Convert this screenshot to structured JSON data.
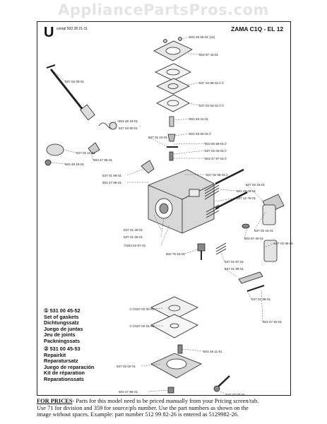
{
  "watermark": "AppliancePartsPros.com",
  "header": {
    "letter": "U",
    "compl": "compl 503 28 21-11",
    "model": "ZAMA C1Q - EL 12"
  },
  "parts": [
    {
      "pn": "503 48 05-01 (x2)"
    },
    {
      "pn": "503 97 43-01"
    },
    {
      "pn": "537 34 89-01①②"
    },
    {
      "pn": "537 02 04-01①②"
    },
    {
      "pn": "537 02 09-01"
    },
    {
      "pn": "503 48 31-01"
    },
    {
      "pn": "503 48 19-01"
    },
    {
      "pn": "537 04 90-01"
    },
    {
      "pn": "503 48 00-01②"
    },
    {
      "pn": "537 02 10-01"
    },
    {
      "pn": "503 66 59-01②"
    },
    {
      "pn": "537 02 03-01②"
    },
    {
      "pn": "503 47 97-01②"
    },
    {
      "pn": "537 02 11-01"
    },
    {
      "pn": "503 47 95-01"
    },
    {
      "pn": "503 48 18-01"
    },
    {
      "pn": "537 02 08-01②"
    },
    {
      "pn": "537 01 98-01"
    },
    {
      "pn": "503 47 89-01"
    },
    {
      "pn": "537 02 16-01"
    },
    {
      "pn": "503 48 08-01"
    },
    {
      "pn": "537 12 78-01"
    },
    {
      "pn": "537 02 16-01"
    },
    {
      "pn": "537 01 26-01"
    },
    {
      "pn": "537 01 25-01"
    },
    {
      "pn": "②503 53 57-01"
    },
    {
      "pn": "503 97 40-01"
    },
    {
      "pn": "537 02 06-01"
    },
    {
      "pn": "503 75 53-01"
    },
    {
      "pn": "537 01 97-01"
    },
    {
      "pn": "537 01 99-01"
    },
    {
      "pn": "537 01 98-01"
    },
    {
      "pn": "503 47 92-01"
    },
    {
      "pn": "①②537 02 00-01"
    },
    {
      "pn": "①②537 02 01-01"
    },
    {
      "pn": "503 48 11-01"
    },
    {
      "pn": "537 02 02-01"
    },
    {
      "pn": "503 47 96-01"
    },
    {
      "pn": "537 02 07-01"
    }
  ],
  "legend": [
    {
      "marker": "①",
      "number": "531 00 45-52",
      "lines": [
        "Set of gaskets",
        "Dichtungssatz",
        "Juego de juntas",
        "Jeu de joints",
        "Packningssats"
      ]
    },
    {
      "marker": "②",
      "number": "531 00 45-53",
      "lines": [
        "Repairkit",
        "Reparatursatz",
        "Juego de reparación",
        "Kit de réparation",
        "Reparationssats"
      ]
    }
  ],
  "footer": {
    "lead": "FOR PRICES",
    "line1": "- Parts for this model need to be priced manually from your Pricing screen/tab.",
    "line2": "Use 71 for division and 359 for source/pls number.  Use the part numbers as shown on the",
    "line3": "image without spaces.  Example: part number 512 99 82-26 is entered as 5129982-26."
  }
}
